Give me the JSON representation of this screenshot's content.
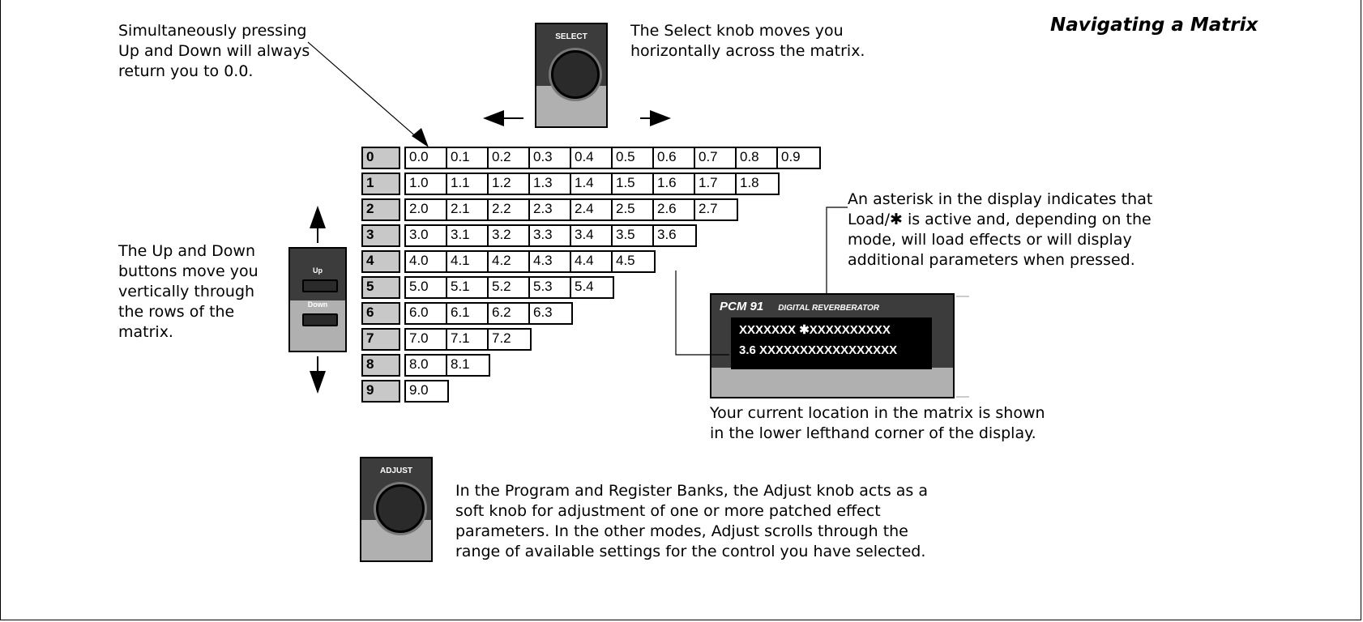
{
  "title": "Navigating a Matrix",
  "captions": {
    "up_down_combo": [
      "Simultaneously pressing",
      "Up and Down will always",
      "return you to 0.0."
    ],
    "select_knob": [
      "The Select knob moves you",
      "horizontally across the matrix."
    ],
    "up_down_buttons": [
      "The Up and Down",
      "buttons move you",
      "vertically through",
      "the rows of the",
      "matrix."
    ],
    "asterisk": [
      "An asterisk in the display indicates that",
      "Load/✱ is active and, depending on the",
      "mode, will load effects or will display",
      "additional parameters when pressed."
    ],
    "location": [
      "Your current location in the matrix is shown",
      "in the lower lefthand corner of the display."
    ],
    "adjust_knob": [
      "In the Program and Register Banks, the Adjust knob acts as a",
      "soft knob for adjustment of one or more patched effect",
      "parameters. In the other modes, Adjust scrolls through the",
      "range of available settings for the control you have selected."
    ]
  },
  "controls": {
    "select_label": "SELECT",
    "adjust_label": "ADJUST",
    "up_label": "Up",
    "down_label": "Down"
  },
  "display": {
    "brand": "PCM 91",
    "subtitle": "DIGITAL REVERBERATOR",
    "line1": "XXXXXXX  ✱XXXXXXXXXX",
    "line2": "3.6 XXXXXXXXXXXXXXXXX"
  },
  "matrix": {
    "rows": [
      {
        "label": "0",
        "cells": [
          "0.0",
          "0.1",
          "0.2",
          "0.3",
          "0.4",
          "0.5",
          "0.6",
          "0.7",
          "0.8",
          "0.9"
        ]
      },
      {
        "label": "1",
        "cells": [
          "1.0",
          "1.1",
          "1.2",
          "1.3",
          "1.4",
          "1.5",
          "1.6",
          "1.7",
          "1.8"
        ]
      },
      {
        "label": "2",
        "cells": [
          "2.0",
          "2.1",
          "2.2",
          "2.3",
          "2.4",
          "2.5",
          "2.6",
          "2.7"
        ]
      },
      {
        "label": "3",
        "cells": [
          "3.0",
          "3.1",
          "3.2",
          "3.3",
          "3.4",
          "3.5",
          "3.6"
        ]
      },
      {
        "label": "4",
        "cells": [
          "4.0",
          "4.1",
          "4.2",
          "4.3",
          "4.4",
          "4.5"
        ]
      },
      {
        "label": "5",
        "cells": [
          "5.0",
          "5.1",
          "5.2",
          "5.3",
          "5.4"
        ]
      },
      {
        "label": "6",
        "cells": [
          "6.0",
          "6.1",
          "6.2",
          "6.3"
        ]
      },
      {
        "label": "7",
        "cells": [
          "7.0",
          "7.1",
          "7.2"
        ]
      },
      {
        "label": "8",
        "cells": [
          "8.0",
          "8.1"
        ]
      },
      {
        "label": "9",
        "cells": [
          "9.0"
        ]
      }
    ]
  }
}
